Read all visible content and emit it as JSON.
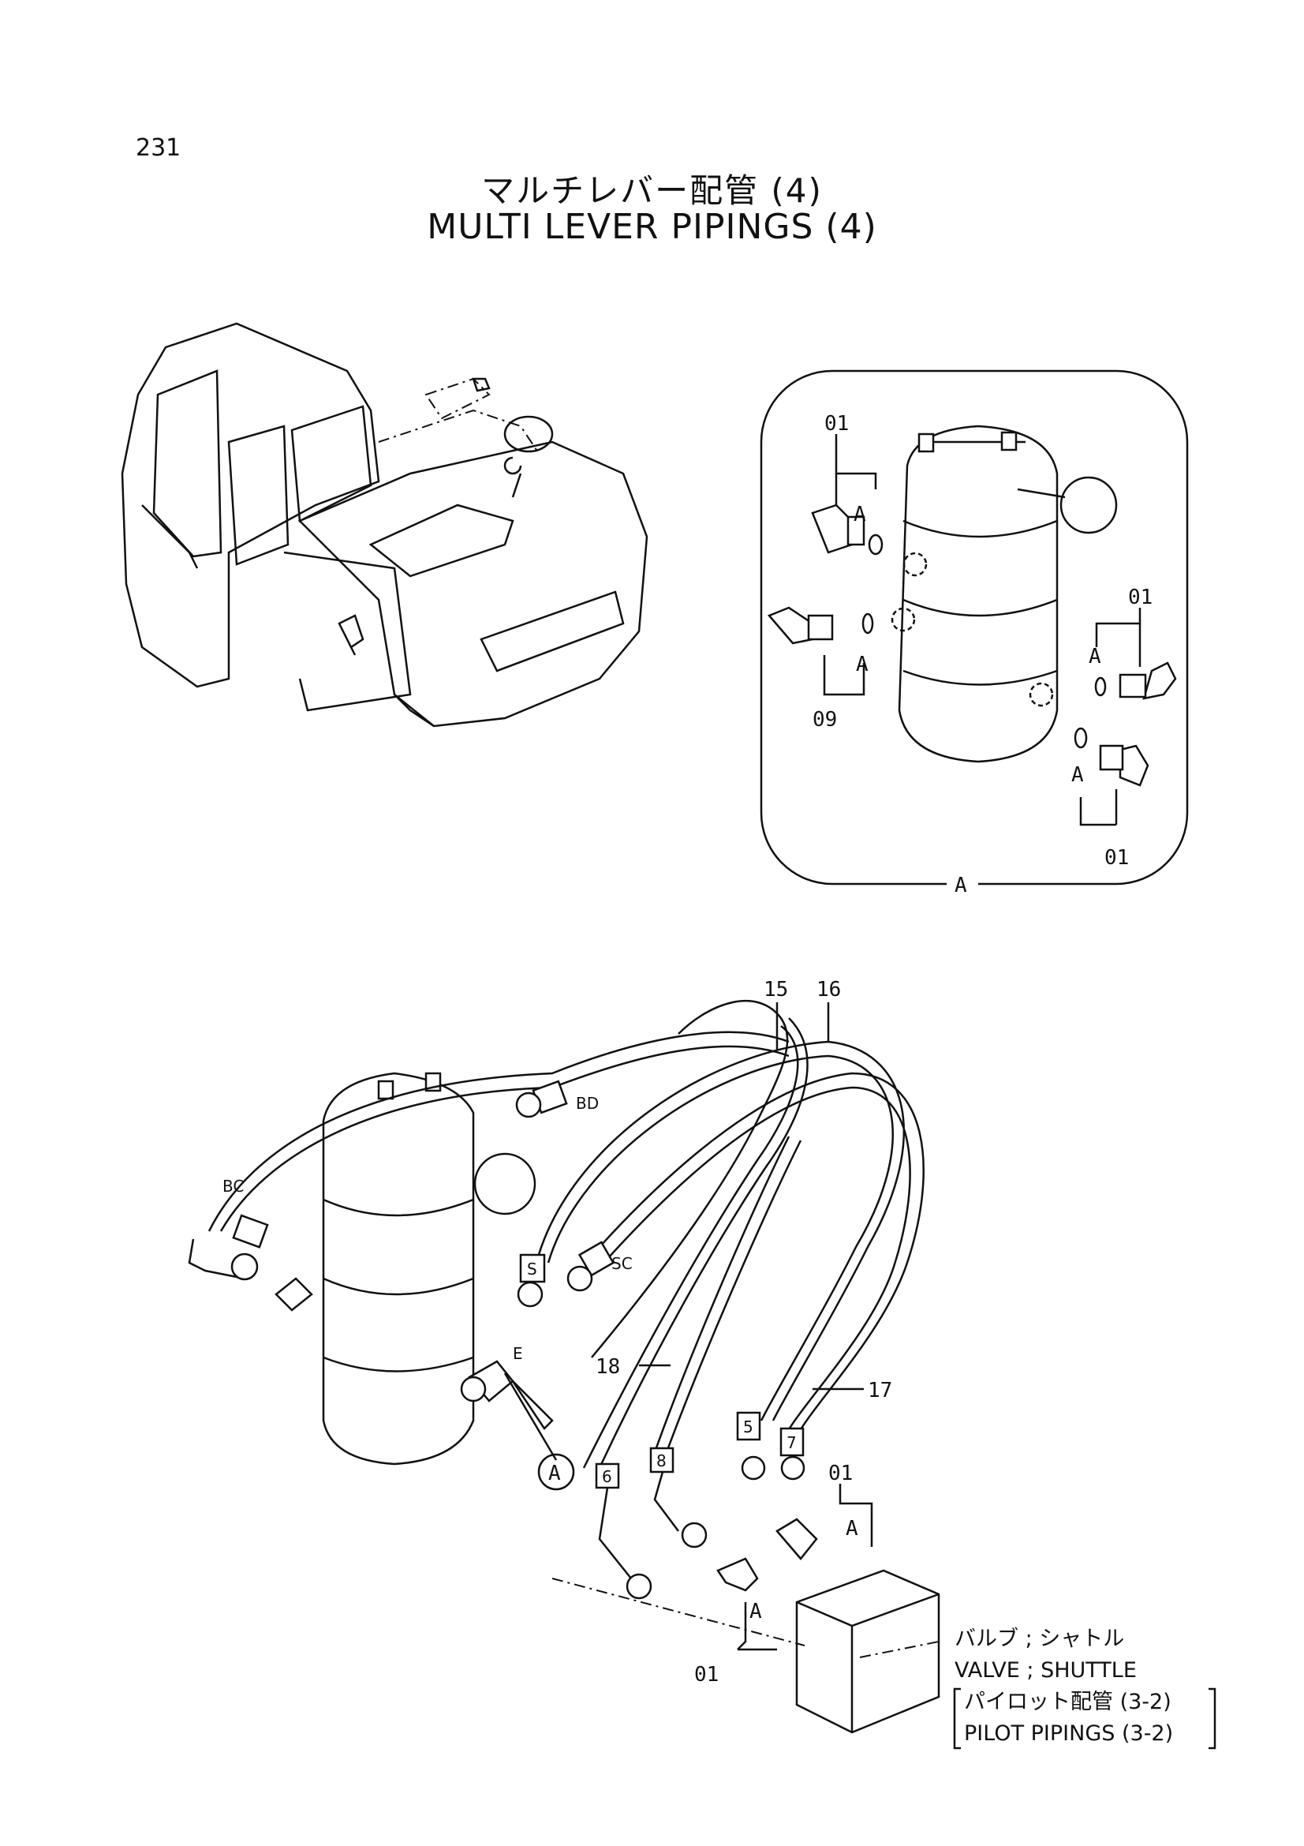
{
  "page_number": "231",
  "title_jp": "マルチレバー配管 (4)",
  "title_en": "MULTI LEVER PIPINGS (4)",
  "detail_view": {
    "frame_label": "A",
    "callouts": [
      "01",
      "01",
      "01",
      "09"
    ],
    "ref_letter": "A"
  },
  "main_view": {
    "part_labels": [
      "15",
      "16",
      "17",
      "18",
      "01",
      "01"
    ],
    "port_labels": [
      "BD",
      "BC",
      "SC",
      "S",
      "E",
      "6",
      "8",
      "5",
      "7"
    ],
    "ref_letter": "A",
    "detail_marker": "A"
  },
  "notes": {
    "valve_jp": "バルブ ; シャトル",
    "valve_en": "VALVE ; SHUTTLE",
    "pilot_jp": "パイロット配管 (3-2)",
    "pilot_en": "PILOT PIPINGS (3-2)"
  }
}
